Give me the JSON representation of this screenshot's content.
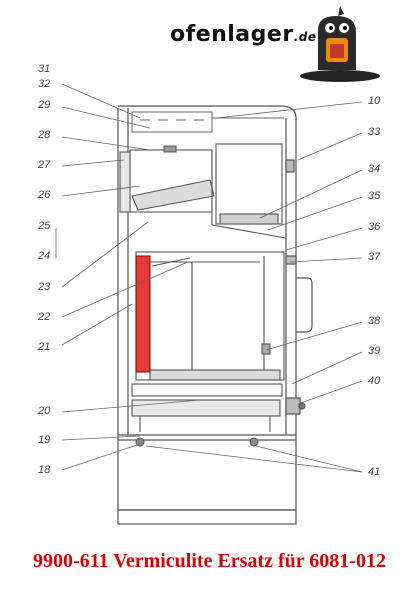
{
  "brand": {
    "name": "ofenlager",
    "tld": ".de"
  },
  "caption": "9900-611 Vermiculite Ersatz für 6081-012",
  "colors": {
    "highlight": "#e53935",
    "caption": "#d40000",
    "line": "#555555"
  },
  "icons": {
    "logo": "stove-mascot-icon"
  },
  "part_labels": {
    "p31": "31",
    "p32": "32",
    "p29": "29",
    "p28": "28",
    "p27": "27",
    "p26": "26",
    "p25": "25",
    "p24": "24",
    "p23": "23",
    "p22": "22",
    "p21": "21",
    "p20": "20",
    "p19": "19",
    "p18": "18",
    "p10": "10",
    "p33": "33",
    "p34": "34",
    "p35": "35",
    "p36": "36",
    "p37": "37",
    "p38": "38",
    "p39": "39",
    "p40": "40",
    "p41": "41"
  }
}
